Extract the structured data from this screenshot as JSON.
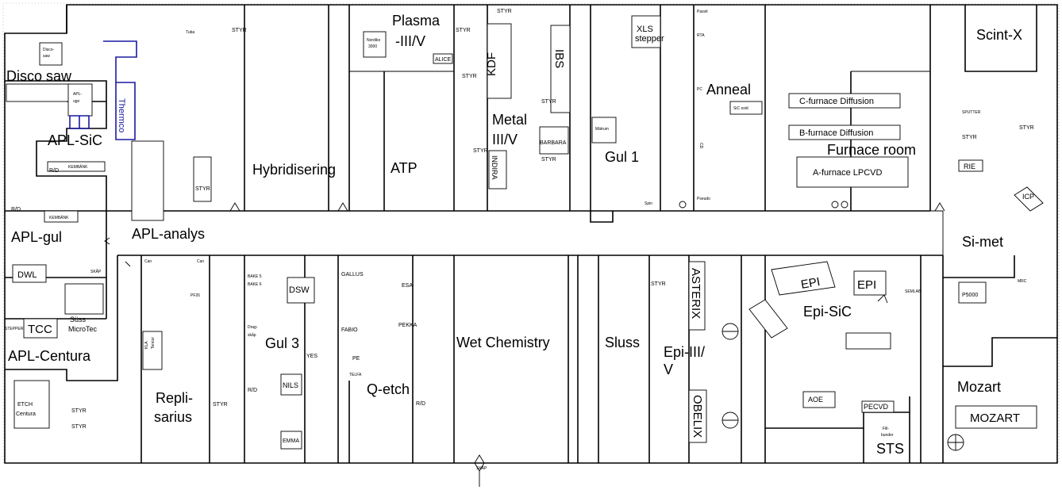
{
  "rooms": [
    {
      "id": "disco-saw",
      "text": "Disco saw"
    },
    {
      "id": "apl-sic",
      "text": "APL-SiC"
    },
    {
      "id": "apl-gul",
      "text": "APL-gul"
    },
    {
      "id": "apl-centura",
      "text": "APL-Centura"
    },
    {
      "id": "apl-analys",
      "text": "APL-analys"
    },
    {
      "id": "hybridisering",
      "text": "Hybridisering"
    },
    {
      "id": "atp",
      "text": "ATP"
    },
    {
      "id": "plasma-1",
      "text": "Plasma"
    },
    {
      "id": "plasma-2",
      "text": "-III/V"
    },
    {
      "id": "metal-1",
      "text": "Metal"
    },
    {
      "id": "metal-2",
      "text": "III/V"
    },
    {
      "id": "gul-1",
      "text": "Gul 1"
    },
    {
      "id": "anneal",
      "text": "Anneal"
    },
    {
      "id": "furnace-room",
      "text": "Furnace room"
    },
    {
      "id": "scint-x",
      "text": "Scint-X"
    },
    {
      "id": "si-met",
      "text": "Si-met"
    },
    {
      "id": "repli-1",
      "text": "Repli-"
    },
    {
      "id": "repli-2",
      "text": "sarius"
    },
    {
      "id": "gul-3",
      "text": "Gul 3"
    },
    {
      "id": "q-etch",
      "text": "Q-etch"
    },
    {
      "id": "wet-chemistry",
      "text": "Wet Chemistry"
    },
    {
      "id": "sluss",
      "text": "Sluss"
    },
    {
      "id": "epi-iii-1",
      "text": "Epi-III/"
    },
    {
      "id": "epi-iii-2",
      "text": "V"
    },
    {
      "id": "epi-sic",
      "text": "Epi-SiC"
    },
    {
      "id": "sts",
      "text": "STS"
    },
    {
      "id": "mozart",
      "text": "Mozart"
    }
  ],
  "equipment": [
    {
      "id": "kdf",
      "text": "KDF"
    },
    {
      "id": "ibs",
      "text": "IBS"
    },
    {
      "id": "xls-1",
      "text": "XLS"
    },
    {
      "id": "xls-2",
      "text": "stepper"
    },
    {
      "id": "thermco",
      "text": "Thermco"
    },
    {
      "id": "c-furnace",
      "text": "C-furnace Diffusion"
    },
    {
      "id": "b-furnace",
      "text": "B-furnace Diffusion"
    },
    {
      "id": "a-furnace",
      "text": "A-furnace LPCVD"
    },
    {
      "id": "mozart-box",
      "text": "MOZART"
    },
    {
      "id": "dwl",
      "text": "DWL"
    },
    {
      "id": "tcc",
      "text": "TCC"
    },
    {
      "id": "dsw",
      "text": "DSW"
    },
    {
      "id": "asterix",
      "text": "ASTERIX"
    },
    {
      "id": "obelix",
      "text": "OBELIX"
    },
    {
      "id": "epi-1",
      "text": "EPI"
    },
    {
      "id": "epi-2",
      "text": "EPI"
    },
    {
      "id": "rie",
      "text": "RIE"
    },
    {
      "id": "indira",
      "text": "INDIRA"
    },
    {
      "id": "pecvd",
      "text": "PECVD"
    },
    {
      "id": "aoe",
      "text": "AOE"
    },
    {
      "id": "nils",
      "text": "NILS"
    },
    {
      "id": "emma",
      "text": "EMMA"
    },
    {
      "id": "barbara",
      "text": "BARBARA"
    },
    {
      "id": "alice",
      "text": "ALICE"
    },
    {
      "id": "styr-a",
      "text": "STYR"
    },
    {
      "id": "styr-b",
      "text": "STYR"
    },
    {
      "id": "styr-c",
      "text": "STYR"
    },
    {
      "id": "styr-d",
      "text": "STYR"
    },
    {
      "id": "styr-e",
      "text": "STYR"
    },
    {
      "id": "styr-f",
      "text": "STYR"
    },
    {
      "id": "styr-g",
      "text": "STYR"
    },
    {
      "id": "styr-h",
      "text": "STYR"
    },
    {
      "id": "styr-i",
      "text": "STYR"
    },
    {
      "id": "styr-j",
      "text": "STYR"
    },
    {
      "id": "styr-k",
      "text": "STYR"
    },
    {
      "id": "styr-l",
      "text": "STYR"
    },
    {
      "id": "styr-m",
      "text": "STYR"
    },
    {
      "id": "styr-n",
      "text": "STYR"
    },
    {
      "id": "kembank-1",
      "text": "KEMBÄNK"
    },
    {
      "id": "kembank-2",
      "text": "KEMBÄNK"
    },
    {
      "id": "etch-centura-1",
      "text": "ETCH"
    },
    {
      "id": "etch-centura-2",
      "text": "Centura"
    },
    {
      "id": "suss-1",
      "text": "Süss"
    },
    {
      "id": "suss-2",
      "text": "MicroTec"
    },
    {
      "id": "yes",
      "text": "YES"
    },
    {
      "id": "fabio",
      "text": "FABIO"
    },
    {
      "id": "pekka",
      "text": "PEKKA"
    },
    {
      "id": "gallus",
      "text": "GALLUS"
    },
    {
      "id": "esa",
      "text": "ESA"
    },
    {
      "id": "pe",
      "text": "PE"
    },
    {
      "id": "telfa",
      "text": "TELFA"
    },
    {
      "id": "rd-a",
      "text": "R/D"
    },
    {
      "id": "rd-b",
      "text": "R/D"
    },
    {
      "id": "rd-c",
      "text": "R/D"
    },
    {
      "id": "rd-d",
      "text": "R/D"
    },
    {
      "id": "sputter",
      "text": "SPUTTER"
    },
    {
      "id": "p5000",
      "text": "P5000"
    },
    {
      "id": "skap",
      "text": "SKÅP"
    },
    {
      "id": "stepper",
      "text": "STEPPER"
    },
    {
      "id": "disco-box-1",
      "text": "Disco-"
    },
    {
      "id": "disco-box-2",
      "text": "saw"
    },
    {
      "id": "apl-ugn-1",
      "text": "APL-"
    },
    {
      "id": "apl-ugn-2",
      "text": "ugn"
    },
    {
      "id": "nordiko-1",
      "text": "Nordiko"
    },
    {
      "id": "nordiko-2",
      "text": "3000"
    },
    {
      "id": "tuba",
      "text": "Tuba"
    },
    {
      "id": "rta",
      "text": "RTA"
    },
    {
      "id": "sic-oxid",
      "text": "SiC oxid"
    },
    {
      "id": "pc",
      "text": "PC"
    },
    {
      "id": "semlab",
      "text": "SEMLAB"
    },
    {
      "id": "mrc",
      "text": "MRC"
    },
    {
      "id": "cd",
      "text": "CD"
    },
    {
      "id": "pseudo",
      "text": "Pseudo"
    },
    {
      "id": "nitrogen",
      "text": "Mätrum"
    },
    {
      "id": "kla-1",
      "text": "KLA"
    },
    {
      "id": "kla-2",
      "text": "Tencor"
    },
    {
      "id": "pf26",
      "text": "PF26"
    },
    {
      "id": "bake-1",
      "text": "BAKE 5"
    },
    {
      "id": "bake-2",
      "text": "BAKE 6"
    },
    {
      "id": "dragskap-1",
      "text": "Drag-"
    },
    {
      "id": "dragskap-2",
      "text": "skåp"
    },
    {
      "id": "can-1",
      "text": "Can"
    },
    {
      "id": "can-2",
      "text": "Can"
    },
    {
      "id": "pasvit",
      "text": "Pasvit"
    },
    {
      "id": "spin",
      "text": "Spin"
    },
    {
      "id": "fill-1",
      "text": "Fill-"
    },
    {
      "id": "fill-2",
      "text": "bunder"
    },
    {
      "id": "skap-bottom",
      "text": "SKÅP"
    },
    {
      "id": "icp",
      "text": "ICP"
    }
  ]
}
